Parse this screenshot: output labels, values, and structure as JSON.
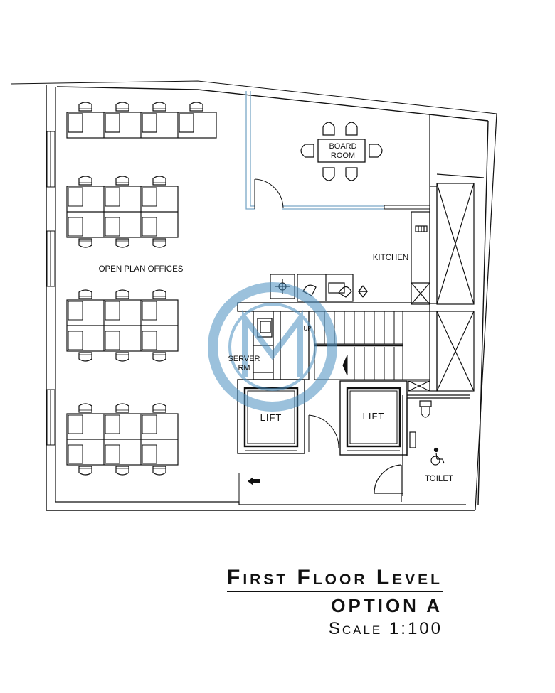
{
  "rooms": {
    "board_room_line1": "BOARD",
    "board_room_line2": "ROOM",
    "kitchen": "KITCHEN",
    "open_plan_offices": "OPEN PLAN OFFICES",
    "server_line1": "SERVER",
    "server_line2": "RM",
    "lift_left": "LIFT",
    "lift_right": "LIFT",
    "toilet": "TOILET",
    "stair_up": "UP"
  },
  "title": {
    "main": "First Floor Level",
    "option": "OPTION A",
    "scale": "Scale 1:100"
  },
  "icons": [
    "accessible-toilet-icon",
    "exit-arrow-icon",
    "watermark-logo"
  ],
  "colors": {
    "line": "#111111",
    "glazing": "#7aa7c7",
    "watermark": "#4a8fc0"
  }
}
